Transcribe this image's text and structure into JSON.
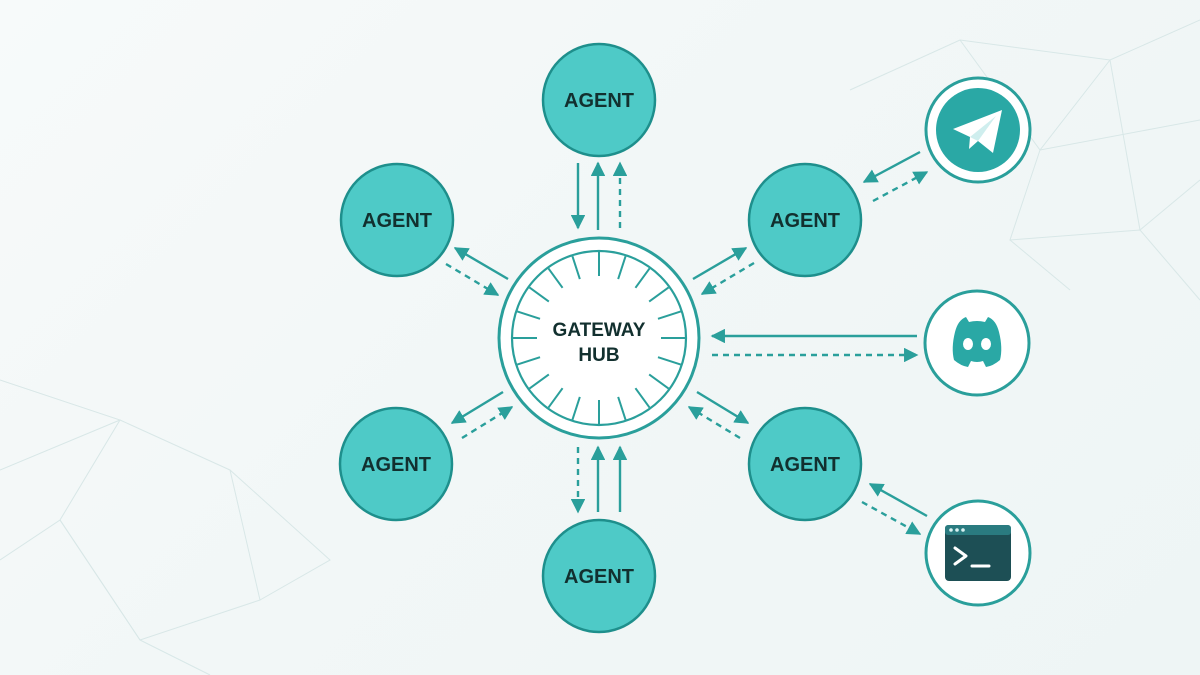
{
  "hub": {
    "line1": "GATEWAY",
    "line2": "HUB"
  },
  "agents": [
    {
      "label": "AGENT"
    },
    {
      "label": "AGENT"
    },
    {
      "label": "AGENT"
    },
    {
      "label": "AGENT"
    },
    {
      "label": "AGENT"
    },
    {
      "label": "AGENT"
    }
  ],
  "channels": [
    {
      "icon": "telegram-icon"
    },
    {
      "icon": "discord-icon"
    },
    {
      "icon": "terminal-icon"
    }
  ],
  "colors": {
    "agent_fill": "#4ecac7",
    "accent": "#2a9f9b",
    "text": "#12302f",
    "terminal": "#1d4f55"
  }
}
